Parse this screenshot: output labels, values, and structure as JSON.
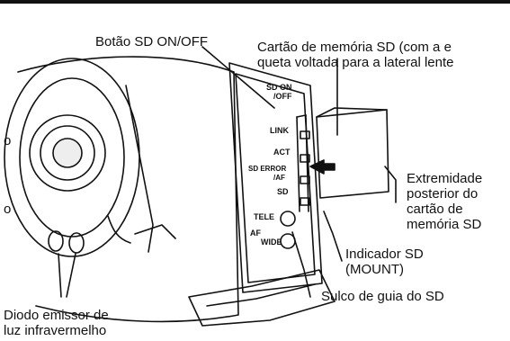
{
  "labels": {
    "sd_button": "Botão SD ON/OFF",
    "sd_card": "Cartão de memória SD (com a e\nqueta voltada para a lateral lente",
    "card_end": "Extremidade\nposterior do\ncartão de\nmemória SD",
    "sd_indicator": "Indicador SD\n(MOUNT)",
    "sd_groove": "Sulco de guia do SD",
    "ir_diode": "Diodo emissor de\nluz infravermelho",
    "left_cut_1": "o",
    "left_cut_2": "o"
  },
  "panel_marks": {
    "sd_onoff_1": "SD ON",
    "sd_onoff_2": "/OFF",
    "link": "LINK",
    "act": "ACT",
    "sd_error_1": "SD ERROR",
    "sd_error_2": "/AF",
    "sd": "SD",
    "tele": "TELE",
    "af": "AF",
    "wide": "WIDE"
  },
  "colors": {
    "line": "#111111",
    "card_fill": "#ffffff",
    "shade": "#d9d9d9"
  }
}
